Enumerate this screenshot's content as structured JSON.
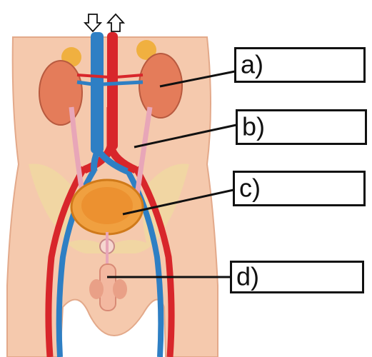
{
  "labels": {
    "a": "a)",
    "b": "b)",
    "c": "c)",
    "d": "d)"
  },
  "icons": {
    "down_arrow": "down-arrow-icon",
    "up_arrow": "up-arrow-icon"
  },
  "colors": {
    "skin": "#f5c9ad",
    "skin_outline": "#e3a98a",
    "artery": "#d8262b",
    "vein": "#2e7fc4",
    "kidney": "#e47c5a",
    "adrenal": "#f0b040",
    "ureter": "#e8a6b8",
    "bladder": "#f0a040",
    "pelvis": "#efd9a0",
    "leader_line": "#111111"
  }
}
